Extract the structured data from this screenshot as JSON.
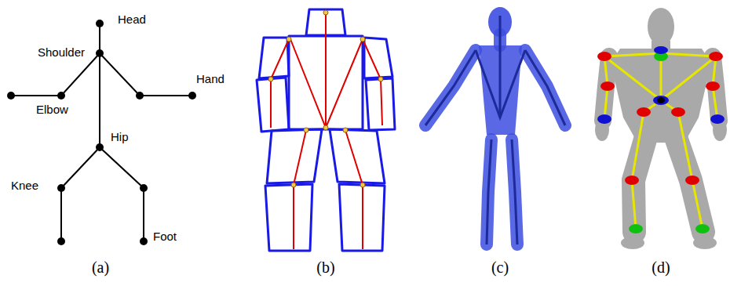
{
  "diagram": {
    "labels": [
      "Head",
      "Shoulder",
      "Hand",
      "Elbow",
      "Hip",
      "Knee",
      "Foot",
      "(a)",
      "(b)",
      "(c)",
      "(d)"
    ]
  }
}
